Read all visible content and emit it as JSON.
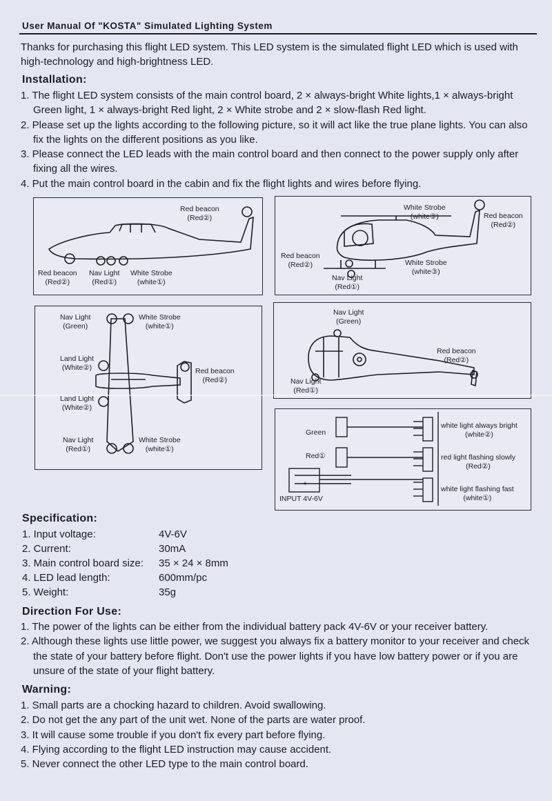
{
  "title": "User Manual Of \"KOSTA\" Simulated Lighting System",
  "intro": "Thanks for purchasing this flight LED system. This LED system is the simulated flight LED which is used with high-technology and high-brightness LED.",
  "installation": {
    "heading": "Installation:",
    "items": [
      "1. The flight LED system consists of the main control board, 2 × always-bright White lights,1 × always-bright Green light, 1 × always-bright Red light, 2 × White strobe and 2 × slow-flash Red light.",
      "2. Please set up the lights according to the following picture, so it will act like the true plane lights. You can also fix the lights on the different positions as you like.",
      "3. Please connect the LED leads with the main control board and then connect to the power supply only after fixing all the wires.",
      "4. Put the main control board in the cabin and fix the flight lights and wires before flying."
    ]
  },
  "diagrams": {
    "plane_side": {
      "red_beacon_top": [
        "Red beacon",
        "(Red②)"
      ],
      "red_beacon_bottom": [
        "Red beacon",
        "(Red②)"
      ],
      "nav_light": [
        "Nav Light",
        "(Red①)"
      ],
      "white_strobe": [
        "White Strobe",
        "(white①)"
      ]
    },
    "heli_side": {
      "white_strobe_top": [
        "White Strobe",
        "(white③)"
      ],
      "red_beacon_tail": [
        "Red beacon",
        "(Red②)"
      ],
      "red_beacon_skid": [
        "Red beacon",
        "(Red②)"
      ],
      "white_strobe_bottom": [
        "White Strobe",
        "(white③)"
      ],
      "nav_light": [
        "Nav Light",
        "(Red①)"
      ]
    },
    "plane_top": {
      "nav_green": [
        "Nav Light",
        "(Green)"
      ],
      "strobe_top": [
        "White Strobe",
        "(white①)"
      ],
      "land_light_1": [
        "Land Light",
        "(White②)"
      ],
      "red_beacon": [
        "Red beacon",
        "(Red②)"
      ],
      "land_light_2": [
        "Land Light",
        "(White②)"
      ],
      "nav_red": [
        "Nav Light",
        "(Red①)"
      ],
      "strobe_bottom": [
        "White Strobe",
        "(white①)"
      ]
    },
    "heli_top": {
      "nav_green": [
        "Nav Light",
        "(Green)"
      ],
      "red_beacon": [
        "Red beacon",
        "(Red②)"
      ],
      "nav_red": [
        "Nav Light",
        "(Red①)"
      ]
    },
    "wiring": {
      "green": "Green",
      "red": "Red①",
      "input": "INPUT 4V-6V",
      "minus": "-",
      "plus": "+",
      "white_bright": [
        "white light always bright",
        "(white②)"
      ],
      "red_slow": [
        "red light flashing slowly",
        "(Red②)"
      ],
      "white_fast": [
        "white light flashing fast",
        "(white①)"
      ]
    }
  },
  "specification": {
    "heading": "Specification:",
    "rows": [
      {
        "key": "1. Input voltage:",
        "value": "4V-6V"
      },
      {
        "key": "2. Current:",
        "value": "30mA"
      },
      {
        "key": "3. Main control board size:",
        "value": "35 × 24 × 8mm"
      },
      {
        "key": "4. LED lead length:",
        "value": "600mm/pc"
      },
      {
        "key": "5. Weight:",
        "value": "35g"
      }
    ]
  },
  "direction": {
    "heading": "Direction For Use:",
    "items": [
      "1. The power of the lights can be either from the individual battery pack 4V-6V or your receiver battery.",
      "2. Although these lights use little power, we suggest you always fix a battery monitor to your receiver and check the state of your battery before flight. Don't use the power lights if you have low battery power or if you are unsure of the state of your flight battery."
    ]
  },
  "warning": {
    "heading": "Warning:",
    "items": [
      "1. Small parts are a chocking hazard to children. Avoid swallowing.",
      "2. Do not get the any part of the unit wet. None of the parts are water proof.",
      "3. It will cause some trouble if you don't fix every part before flying.",
      "4. Flying according to the flight LED instruction may cause accident.",
      "5. Never connect the other LED type to the main control board."
    ]
  }
}
